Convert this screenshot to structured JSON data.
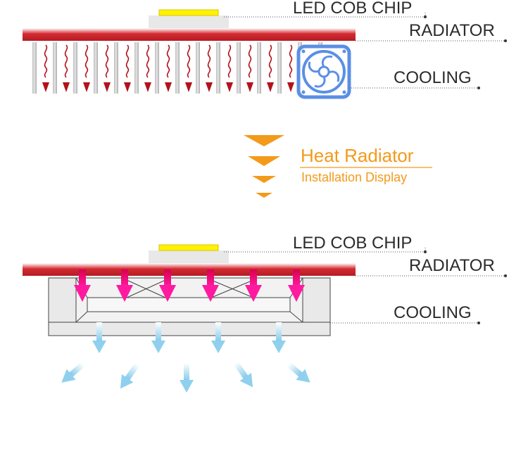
{
  "top_diagram": {
    "chip_label": "LED COB CHIP",
    "radiator_label": "RADIATOR",
    "cooling_label": "COOLING"
  },
  "middle_banner": {
    "title": "Heat Radiator",
    "subtitle": "Installation Display"
  },
  "bottom_diagram": {
    "chip_label": "LED COB CHIP",
    "radiator_label": "RADIATOR",
    "cooling_label": "COOLING"
  },
  "colors": {
    "orange": "#f39a1b",
    "radiator_red": "#c8202a",
    "heat_red": "#b3121c",
    "magenta": "#e8007a",
    "fan_blue": "#5b8fe6",
    "air_blue": "#8fd0ee",
    "chip_yellow": "#fff200"
  }
}
